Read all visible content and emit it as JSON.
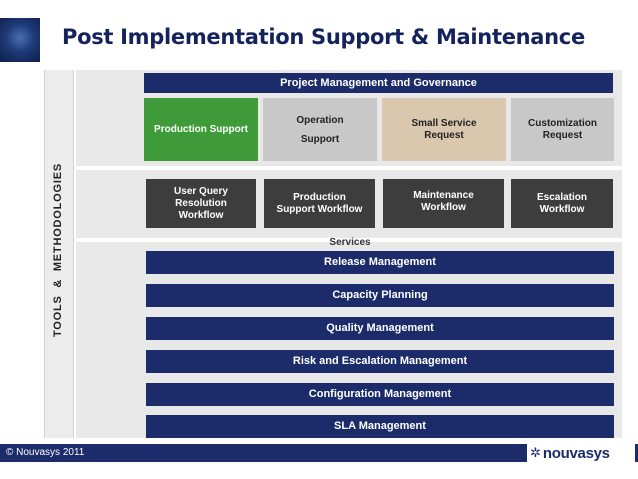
{
  "header": {
    "title": "Post Implementation Support & Maintenance"
  },
  "sidebar": {
    "label": "TOOLS  &  METHODOLOGIES"
  },
  "governance": {
    "label": "Project Management and Governance"
  },
  "support_types": [
    {
      "label": "Production Support",
      "color": "#3f9b3a"
    },
    {
      "label": "Operation\nSupport",
      "color": "#c8c8c8"
    },
    {
      "label": "Small Service\nRequest",
      "color": "#d9c8ad"
    },
    {
      "label": "Customization\nRequest",
      "color": "#c8c8c8"
    }
  ],
  "workflows": [
    {
      "label": "User Query\nResolution\nWorkflow"
    },
    {
      "label": "Production\nSupport Workflow"
    },
    {
      "label": "Maintenance\nWorkflow"
    },
    {
      "label": "Escalation\nWorkflow"
    }
  ],
  "services_label": "Services",
  "management_areas": [
    "Release Management",
    "Capacity Planning",
    "Quality Management",
    "Risk and Escalation Management",
    "Configuration Management",
    "SLA Management"
  ],
  "footer": {
    "copyright": "© Nouvasys 2011",
    "logo_text": "nouvasys"
  },
  "colors": {
    "navy": "#1c2c6a",
    "green": "#3f9b3a",
    "dark_gray": "#3d3d3d",
    "panel_gray": "#e8e8e8"
  }
}
